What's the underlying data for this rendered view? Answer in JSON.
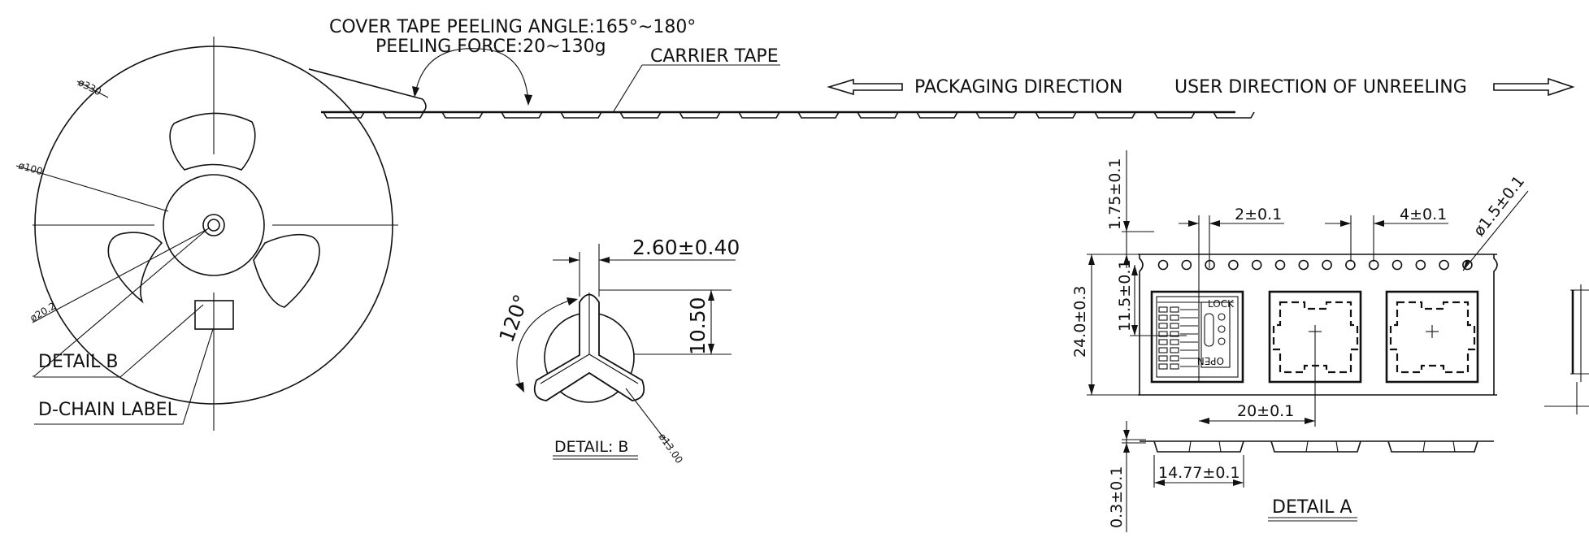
{
  "reel": {
    "dia_330": "ø330",
    "dia_100": "ø100",
    "dia_20_2": "ø20.2",
    "detail_b_label": "DETAIL B",
    "d_chain_label": "D-CHAIN LABEL"
  },
  "tape": {
    "peeling_angle": "COVER TAPE PEELING ANGLE:165°~180°",
    "peeling_force": "PEELING FORCE:20~130g",
    "carrier_tape": "CARRIER TAPE",
    "packaging_direction": "PACKAGING DIRECTION",
    "user_direction": "USER DIRECTION OF UNREELING"
  },
  "detail_b": {
    "dim_width": "2.60±0.40",
    "dim_height": "10.50",
    "angle": "120°",
    "dia_13": "ø13.00",
    "title": "DETAIL: B"
  },
  "detail_a": {
    "dim_1_75": "1.75±0.1",
    "dim_2": "2±0.1",
    "dim_4": "4±0.1",
    "dim_hole": "ø1.5±0.1",
    "dim_11_5": "11.5±0.1",
    "dim_24": "24.0±0.3",
    "dim_20": "20±0.1",
    "dim_14_77": "14.77±0.1",
    "dim_0_3": "0.3±0.1",
    "lock": "LOCK",
    "open": "OPEN",
    "title": "DETAIL A"
  }
}
